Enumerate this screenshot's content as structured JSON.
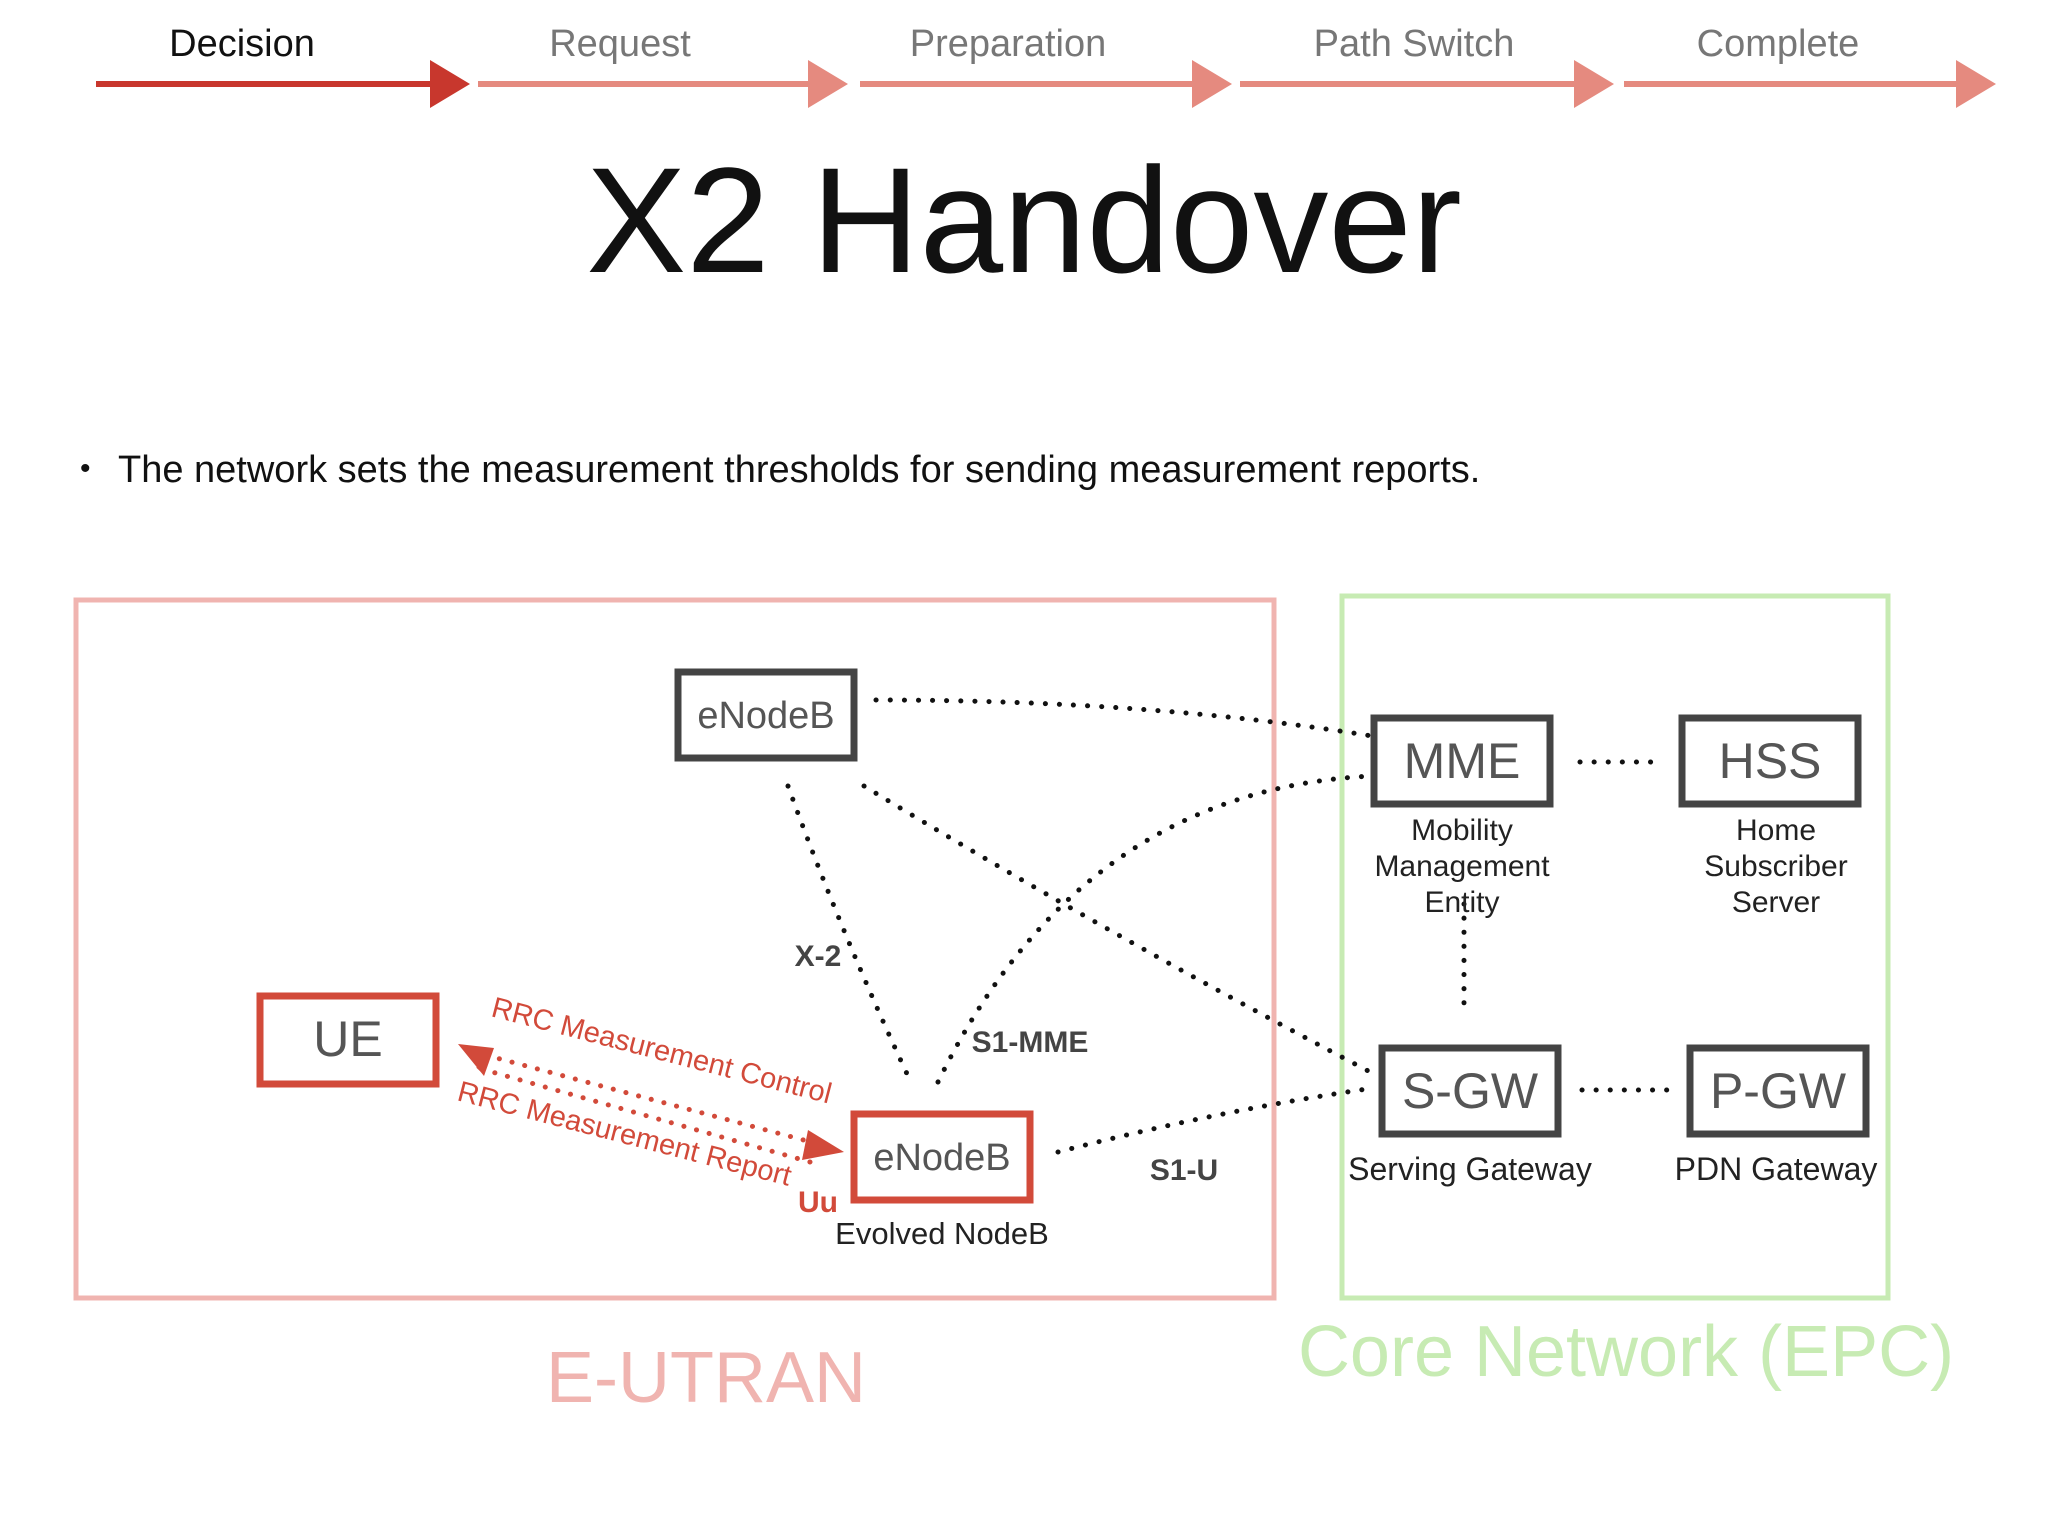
{
  "colors": {
    "step_active": "#c8372d",
    "step_inactive": "#e58a7f",
    "step_label_active": "#111111",
    "step_label_inactive": "#777777",
    "eutran": "#f0b4b0",
    "core": "#c7ebb3",
    "node_border": "#444444",
    "node_text": "#555555",
    "highlight": "#d24a3a",
    "dotted": "#111111"
  },
  "steps": [
    {
      "label": "Decision",
      "active": true
    },
    {
      "label": "Request",
      "active": false
    },
    {
      "label": "Preparation",
      "active": false
    },
    {
      "label": "Path Switch",
      "active": false
    },
    {
      "label": "Complete",
      "active": false
    }
  ],
  "title": "X2 Handover",
  "bullet": "The network sets the measurement thresholds for sending measurement reports.",
  "regions": {
    "eutran": "E-UTRAN",
    "core": "Core Network (EPC)"
  },
  "nodes": {
    "enodeb_top": {
      "label": "eNodeB"
    },
    "enodeb_serving": {
      "label": "eNodeB",
      "caption": "Evolved NodeB"
    },
    "ue": {
      "label": "UE"
    },
    "mme": {
      "label": "MME",
      "caption": [
        "Mobility",
        "Management",
        "Entity"
      ]
    },
    "hss": {
      "label": "HSS",
      "caption": [
        "Home",
        "Subscriber",
        "Server"
      ]
    },
    "sgw": {
      "label": "S-GW",
      "caption": "Serving Gateway"
    },
    "pgw": {
      "label": "P-GW",
      "caption": "PDN Gateway"
    }
  },
  "links": {
    "x2": "X-2",
    "s1_mme": "S1-MME",
    "s1_u": "S1-U",
    "uu": "Uu",
    "rrc_control": "RRC Measurement Control",
    "rrc_report": "RRC Measurement Report"
  }
}
